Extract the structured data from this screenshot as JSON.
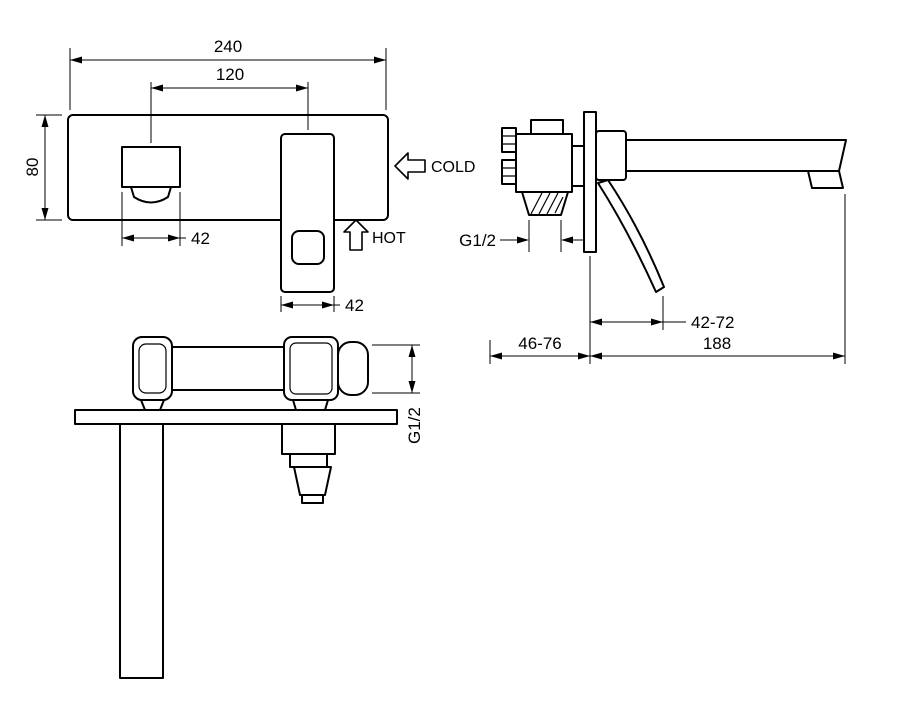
{
  "style": {
    "ink": "#000000",
    "paper": "#ffffff"
  },
  "front_view": {
    "dim_plate_width": "240",
    "dim_centers_spacing": "120",
    "dim_plate_height": "80",
    "dim_spout_width": "42",
    "dim_handle_width": "42",
    "cold_label": "COLD",
    "hot_label": "HOT"
  },
  "side_view": {
    "inlet_thread": "G1/2",
    "handle_projection_range": "42-72",
    "wall_depth_range": "46-76",
    "spout_reach": "188"
  },
  "plan_view": {
    "connection_thread": "G1/2"
  }
}
